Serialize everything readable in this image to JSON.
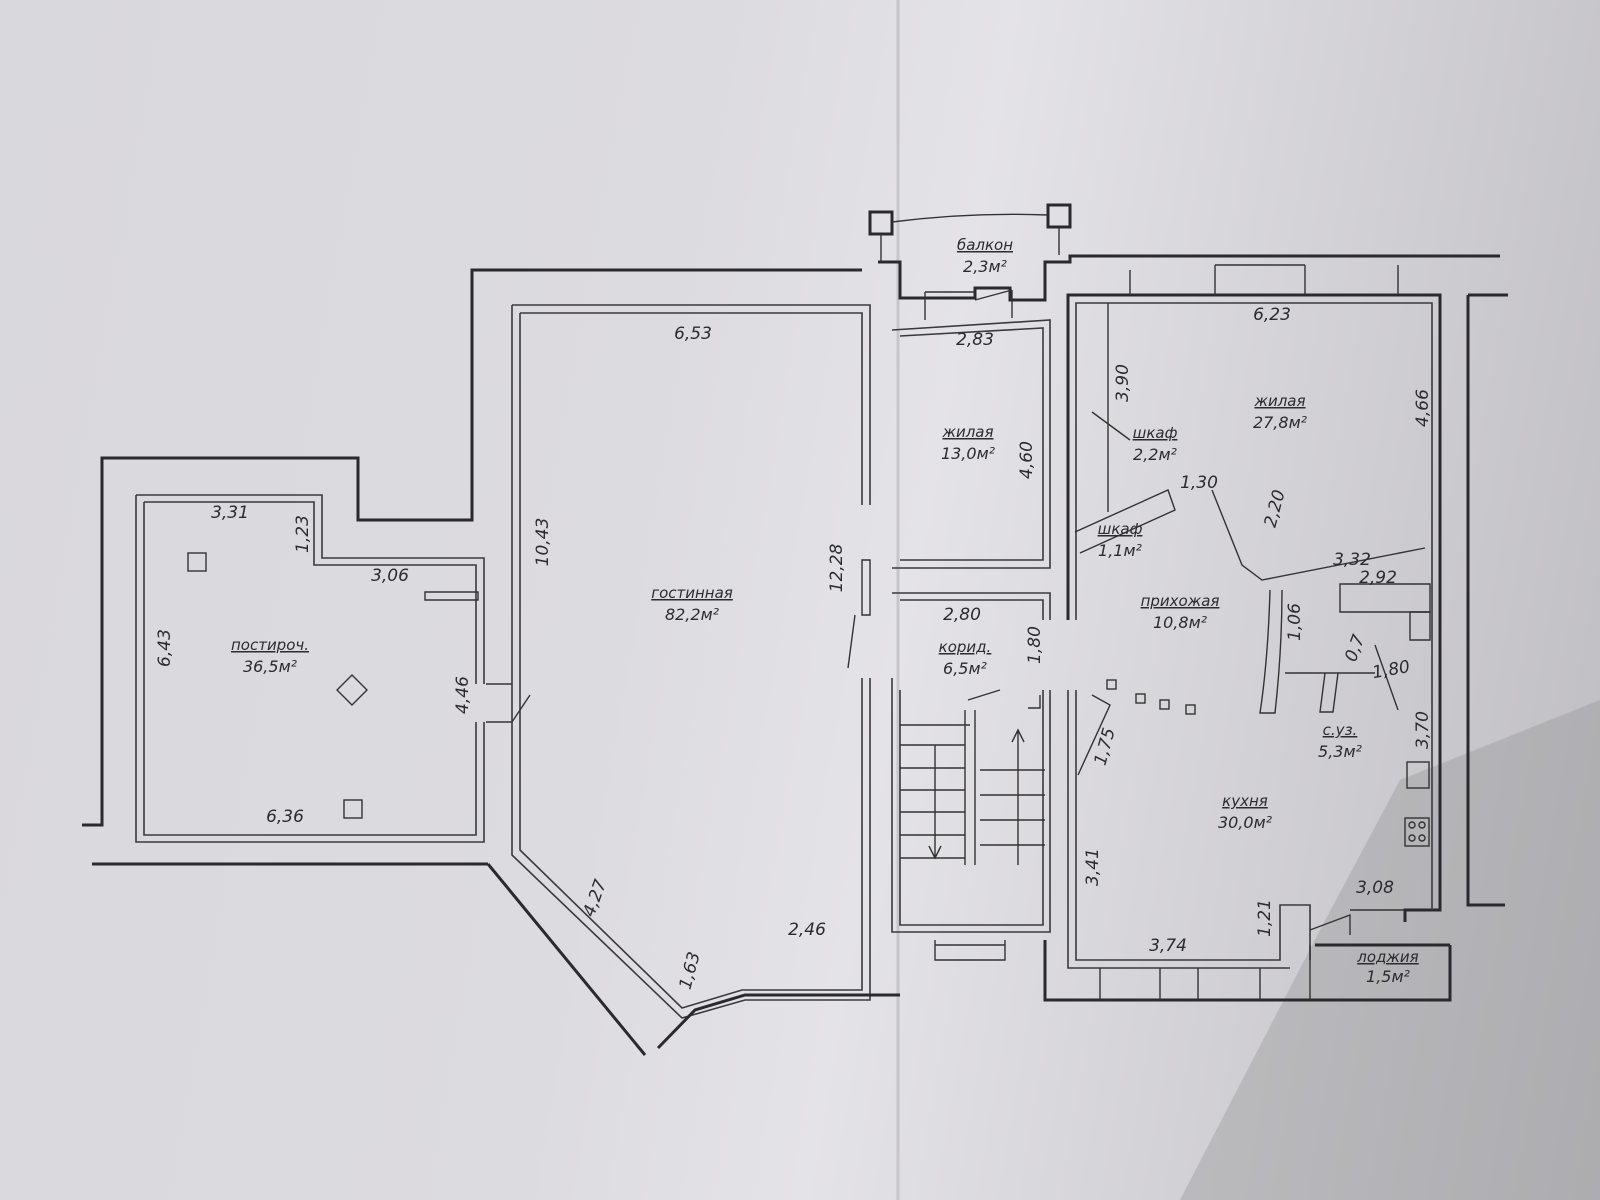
{
  "rooms": {
    "balcony": {
      "name": "балкон",
      "area": "2,3м²"
    },
    "storage": {
      "name": "постироч.",
      "area": "36,5м²"
    },
    "living_room": {
      "name": "гостинная",
      "area": "82,2м²"
    },
    "bedroom_small": {
      "name": "жилая",
      "area": "13,0м²"
    },
    "bedroom_large": {
      "name": "жилая",
      "area": "27,8м²"
    },
    "wardrobe_1": {
      "name": "шкаф",
      "area": "2,2м²"
    },
    "wardrobe_2": {
      "name": "шкаф",
      "area": "1,1м²"
    },
    "hallway": {
      "name": "прихожая",
      "area": "10,8м²"
    },
    "corridor": {
      "name": "корид.",
      "area": "6,5м²"
    },
    "bathroom": {
      "name": "с.уз.",
      "area": "5,3м²"
    },
    "kitchen": {
      "name": "кухня",
      "area": "30,0м²"
    },
    "loggia": {
      "name": "лоджия",
      "area": "1,5м²"
    }
  },
  "dimensions": {
    "d_3_31": "3,31",
    "d_1_23": "1,23",
    "d_3_06": "3,06",
    "d_6_43": "6,43",
    "d_4_46": "4,46",
    "d_6_36": "6,36",
    "d_6_53": "6,53",
    "d_10_43": "10,43",
    "d_12_28": "12,28",
    "d_4_27": "4,27",
    "d_1_63": "1,63",
    "d_2_46": "2,46",
    "d_2_83": "2,83",
    "d_4_60": "4,60",
    "d_2_80": "2,80",
    "d_1_80a": "1,80",
    "d_3_90": "3,90",
    "d_6_23": "6,23",
    "d_4_66": "4,66",
    "d_1_30": "1,30",
    "d_2_20": "2,20",
    "d_3_32": "3,32",
    "d_2_92": "2,92",
    "d_1_06": "1,06",
    "d_0_7": "0,7",
    "d_1_80b": "1,80",
    "d_3_70": "3,70",
    "d_1_75": "1,75",
    "d_3_41": "3,41",
    "d_3_74": "3,74",
    "d_1_21": "1,21",
    "d_3_08": "3,08"
  }
}
